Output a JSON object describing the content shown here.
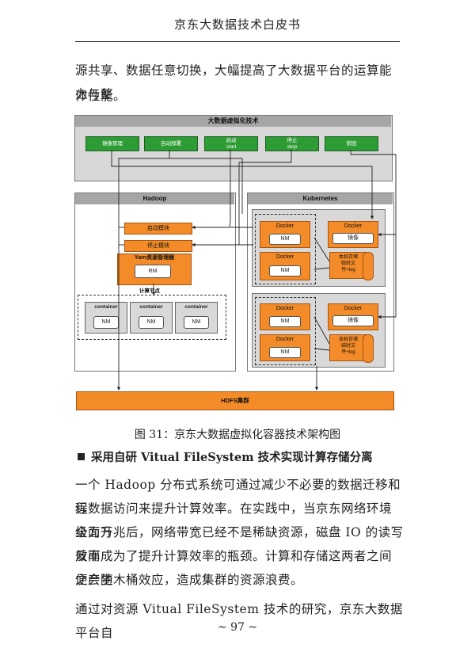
{
  "header": {
    "title": "京东大数据技术白皮书"
  },
  "para1": {
    "line1": "源共享、数据任意切换，大幅提高了大数据平台的运算能力与整",
    "line2": "体性能。"
  },
  "diagram": {
    "top_title": "大数据虚拟化技术",
    "buttons": [
      "镜像管理",
      "自动部署",
      "启动\nstart",
      "停止\nstop",
      "销毁"
    ],
    "hadoop": {
      "title": "Hadoop",
      "start_module": "启动模块",
      "stop_module": "停止模块",
      "yarn": "Yarn资源管理器",
      "rm": "RM",
      "compute_node": "计算节点",
      "containers": [
        "container",
        "container",
        "container"
      ],
      "nm": "NM"
    },
    "k8s": {
      "title": "Kubernetes",
      "docker": "Docker",
      "nm": "NM",
      "mirror": "镜像",
      "storage": "本机存储\n临时文\n件+log"
    },
    "hdfs": "HDFS集群"
  },
  "caption": "图 31：京东大数据虚拟化容器技术架构图",
  "section": {
    "title": "采用自研 Vitual FileSystem 技术实现计算存储分离"
  },
  "para2": {
    "lines": [
      "一个 Hadoop 分布式系统可通过减少不必要的数据迁移和远",
      "程数据访问来提升计算效率。在实践中，当京东网络环境全面升",
      "级为万兆后，网络带宽已经不是稀缺资源，磁盘 IO 的读写效率",
      "反而成为了提升计算效率的瓶颈。计算和存储这两者之间便会随",
      "之产生木桶效应，造成集群的资源浪费。"
    ]
  },
  "para3": {
    "line1": "通过对资源 Vitual FileSystem 技术的研究，京东大数据平台自"
  },
  "page_number": "~ 97 ~"
}
